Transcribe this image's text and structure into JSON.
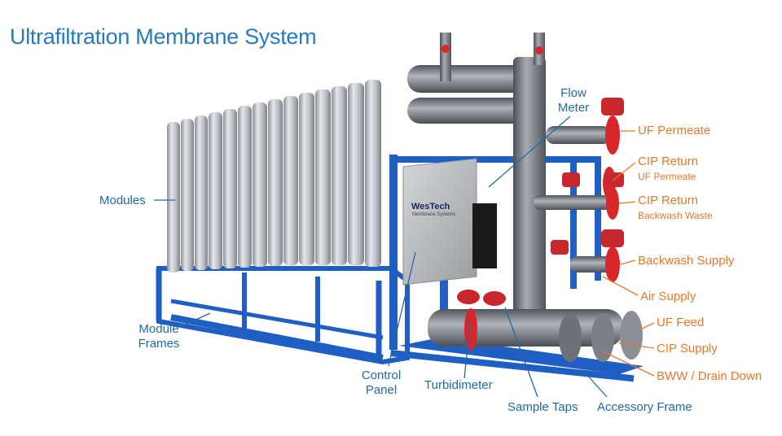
{
  "title": "Ultrafiltration Membrane System",
  "brand": {
    "logo": "WesTech",
    "tagline": "Membrane Systems"
  },
  "colors": {
    "title": "#2a7ab8",
    "blue_label": "#1e6aa8",
    "orange_label": "#e8782a",
    "frame": "#1f5fc4",
    "valve": "#d9262b"
  },
  "labels_left": {
    "modules": "Modules",
    "module_frames_1": "Module",
    "module_frames_2": "Frames",
    "control_panel_1": "Control",
    "control_panel_2": "Panel",
    "turbidimeter": "Turbidimeter",
    "sample_taps": "Sample Taps",
    "accessory_frame": "Accessory Frame",
    "flow_meter_1": "Flow",
    "flow_meter_2": "Meter"
  },
  "labels_right": {
    "uf_permeate": "UF Permeate",
    "cip_return_1": "CIP Return",
    "cip_return_1_sub": "UF Permeate",
    "cip_return_2": "CIP Return",
    "cip_return_2_sub": "Backwash Waste",
    "backwash_supply": "Backwash Supply",
    "air_supply": "Air Supply",
    "uf_feed": "UF Feed",
    "cip_supply": "CIP Supply",
    "bww_drain": "BWW / Drain Down"
  }
}
